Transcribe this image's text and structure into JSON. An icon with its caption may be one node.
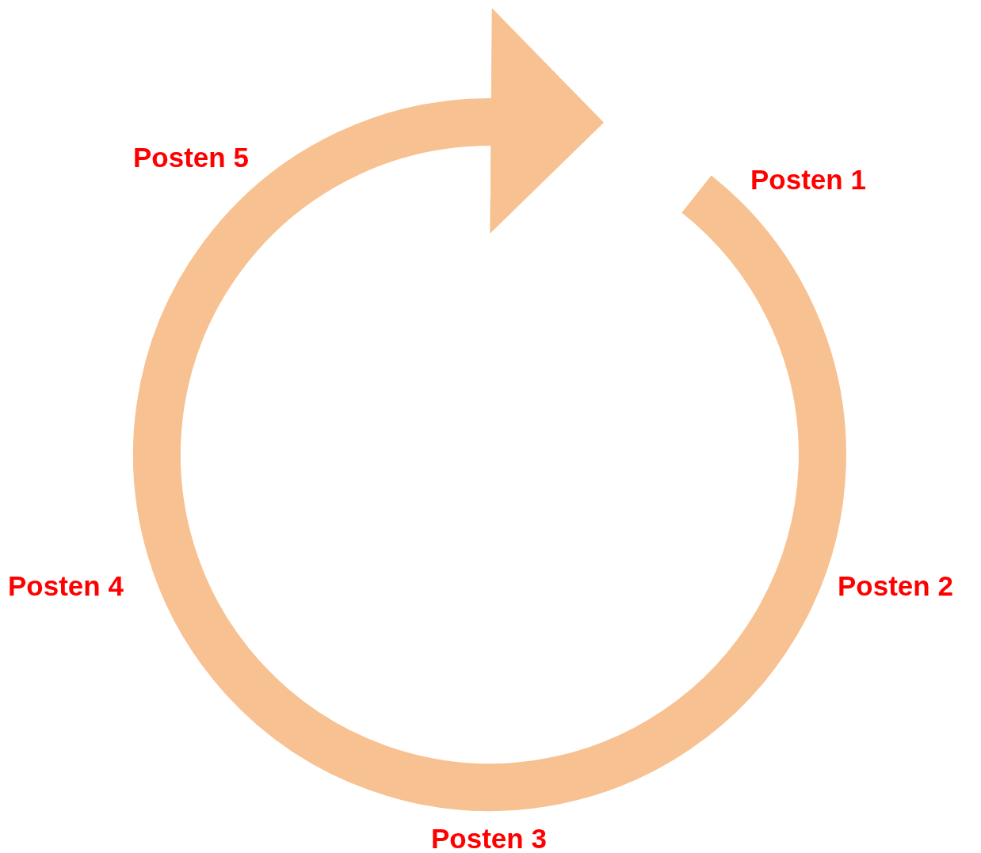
{
  "diagram": {
    "labels": [
      "Posten 5",
      "Posten 1",
      "Posten 4",
      "Posten 2",
      "Posten 3"
    ]
  }
}
